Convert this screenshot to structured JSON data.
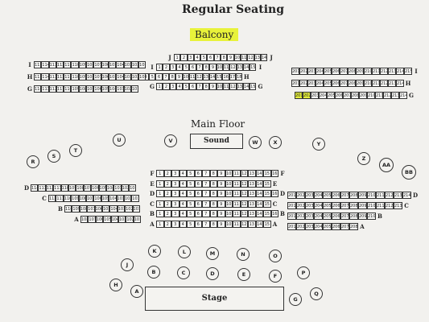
{
  "title": "Regular Seating",
  "balcony": {
    "label": "Balcony",
    "highlight_color": "#e8f23a",
    "left_rows": [
      {
        "label": "J",
        "seats": [
          "1",
          "2",
          "3",
          "4",
          "5",
          "6",
          "7",
          "8",
          "9",
          "10",
          "11",
          "12",
          "13",
          "14"
        ]
      },
      {
        "label": "I",
        "seats": [
          "1",
          "2",
          "3",
          "4",
          "5",
          "6",
          "7",
          "8",
          "9",
          "10",
          "11",
          "12",
          "13",
          "14",
          "15"
        ]
      },
      {
        "label": "H",
        "seats": [
          "1",
          "2",
          "3",
          "4",
          "5",
          "6",
          "7",
          "8",
          "9",
          "10",
          "11",
          "12",
          "13",
          "14",
          "15",
          "16",
          "17",
          "18"
        ]
      },
      {
        "label": "G",
        "seats": [
          "1",
          "2",
          "3",
          "4",
          "5",
          "6",
          "7",
          "8",
          "9",
          "10",
          "11",
          "12",
          "13",
          "14",
          "15"
        ]
      }
    ],
    "side_left_rows": [
      {
        "label": "I",
        "seats": [
          "115",
          "114",
          "113",
          "112",
          "111",
          "110",
          "109",
          "108",
          "107",
          "106",
          "105",
          "104",
          "103",
          "102",
          "101"
        ]
      },
      {
        "label": "H",
        "seats": [
          "115",
          "114",
          "113",
          "112",
          "111",
          "110",
          "109",
          "108",
          "107",
          "106",
          "105",
          "104",
          "103",
          "102",
          "101"
        ]
      },
      {
        "label": "G",
        "seats": [
          "114",
          "113",
          "112",
          "111",
          "110",
          "109",
          "108",
          "107",
          "106",
          "105",
          "104",
          "103",
          "102",
          "101"
        ]
      }
    ],
    "side_right_rows": [
      {
        "label": "I",
        "seats": [
          "201",
          "202",
          "203",
          "204",
          "205",
          "206",
          "207",
          "208",
          "209",
          "210",
          "211",
          "212",
          "213",
          "214",
          "215"
        ]
      },
      {
        "label": "H",
        "seats": [
          "201",
          "202",
          "203",
          "204",
          "205",
          "206",
          "207",
          "208",
          "209",
          "210",
          "211",
          "212",
          "213",
          "214"
        ]
      },
      {
        "label": "G",
        "seats": [
          "201",
          "202",
          "203",
          "204",
          "205",
          "206",
          "207",
          "208",
          "209",
          "210",
          "211",
          "212",
          "213",
          "214"
        ],
        "highlight": [
          "201",
          "202"
        ]
      }
    ]
  },
  "main_floor": {
    "label": "Main Floor",
    "sound_label": "Sound",
    "stage_label": "Stage",
    "center_rows": [
      {
        "label": "F",
        "seats": [
          "1",
          "2",
          "3",
          "4",
          "5",
          "6",
          "7",
          "8",
          "9",
          "10",
          "11",
          "12",
          "13",
          "14",
          "15",
          "16"
        ]
      },
      {
        "label": "E",
        "seats": [
          "1",
          "2",
          "3",
          "4",
          "5",
          "6",
          "7",
          "8",
          "9",
          "10",
          "11",
          "12",
          "13",
          "14",
          "15"
        ]
      },
      {
        "label": "D",
        "seats": [
          "1",
          "2",
          "3",
          "4",
          "5",
          "6",
          "7",
          "8",
          "9",
          "10",
          "11",
          "12",
          "13",
          "14",
          "15",
          "16"
        ]
      },
      {
        "label": "C",
        "seats": [
          "1",
          "2",
          "3",
          "4",
          "5",
          "6",
          "7",
          "8",
          "9",
          "10",
          "11",
          "12",
          "13",
          "14",
          "15"
        ]
      },
      {
        "label": "B",
        "seats": [
          "1",
          "2",
          "3",
          "4",
          "5",
          "6",
          "7",
          "8",
          "9",
          "10",
          "11",
          "12",
          "13",
          "14",
          "15",
          "16"
        ]
      },
      {
        "label": "A",
        "seats": [
          "1",
          "2",
          "3",
          "4",
          "5",
          "6",
          "7",
          "8",
          "9",
          "10",
          "11",
          "12",
          "13",
          "14",
          "15"
        ]
      }
    ],
    "left_rows": [
      {
        "label": "D",
        "seats": [
          "114",
          "113",
          "112",
          "111",
          "110",
          "109",
          "108",
          "107",
          "106",
          "105",
          "104",
          "103",
          "102",
          "101"
        ]
      },
      {
        "label": "C",
        "seats": [
          "112",
          "111",
          "110",
          "109",
          "108",
          "107",
          "106",
          "105",
          "104",
          "103",
          "102",
          "101"
        ]
      },
      {
        "label": "B",
        "seats": [
          "110",
          "109",
          "108",
          "107",
          "106",
          "105",
          "104",
          "103",
          "102",
          "101"
        ]
      },
      {
        "label": "A",
        "seats": [
          "108",
          "107",
          "106",
          "105",
          "104",
          "103",
          "102",
          "101"
        ]
      }
    ],
    "right_rows": [
      {
        "label": "D",
        "seats": [
          "201",
          "202",
          "203",
          "204",
          "205",
          "206",
          "207",
          "208",
          "209",
          "210",
          "211",
          "212",
          "213",
          "214"
        ]
      },
      {
        "label": "C",
        "seats": [
          "201",
          "202",
          "203",
          "204",
          "205",
          "206",
          "207",
          "208",
          "209",
          "210",
          "211",
          "212",
          "213"
        ]
      },
      {
        "label": "B",
        "seats": [
          "201",
          "202",
          "203",
          "204",
          "205",
          "206",
          "207",
          "208",
          "209",
          "210"
        ]
      },
      {
        "label": "A",
        "seats": [
          "201",
          "202",
          "203",
          "204",
          "205",
          "206",
          "207",
          "208"
        ]
      }
    ],
    "tables": [
      "U",
      "V",
      "W",
      "X",
      "Y",
      "T",
      "S",
      "R",
      "Z",
      "AA",
      "BB",
      "K",
      "L",
      "M",
      "N",
      "O",
      "J",
      "B",
      "C",
      "D",
      "E",
      "F",
      "P",
      "H",
      "A",
      "G",
      "Q"
    ]
  }
}
